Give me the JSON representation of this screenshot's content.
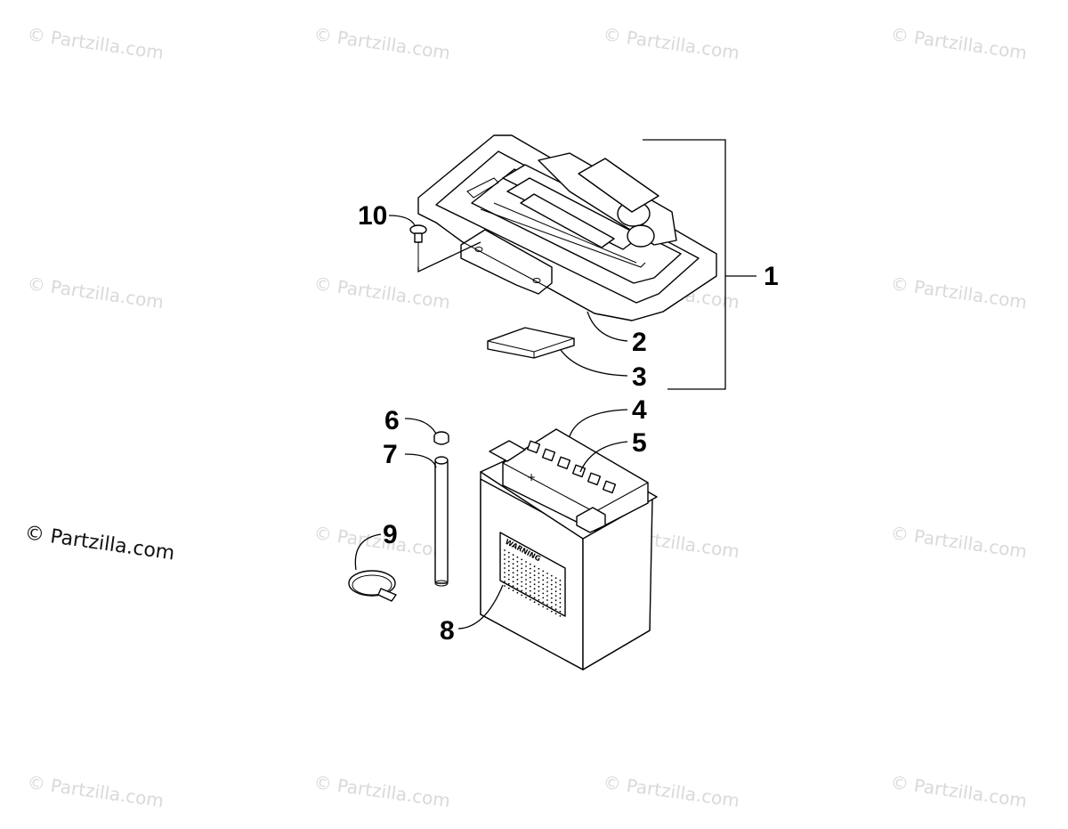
{
  "watermark": {
    "text": "© Partzilla.com",
    "positions": [
      [
        30,
        45,
        -8,
        "wm"
      ],
      [
        352,
        45,
        -8,
        "wm"
      ],
      [
        677,
        45,
        -8,
        "wm"
      ],
      [
        1000,
        45,
        -8,
        "wm"
      ],
      [
        30,
        325,
        -8,
        "wm"
      ],
      [
        352,
        325,
        -8,
        "wm"
      ],
      [
        677,
        325,
        -8,
        "wm"
      ],
      [
        1000,
        325,
        -8,
        "wm"
      ],
      [
        27,
        605,
        -8,
        "wm-strong"
      ],
      [
        352,
        605,
        -8,
        "wm"
      ],
      [
        677,
        605,
        -8,
        "wm"
      ],
      [
        1000,
        605,
        -8,
        "wm"
      ],
      [
        30,
        885,
        -8,
        "wm"
      ],
      [
        352,
        885,
        -8,
        "wm"
      ],
      [
        677,
        885,
        -8,
        "wm"
      ],
      [
        1000,
        885,
        -8,
        "wm"
      ]
    ]
  },
  "callouts": [
    {
      "id": "1",
      "text": "1"
    },
    {
      "id": "2",
      "text": "2"
    },
    {
      "id": "3",
      "text": "3"
    },
    {
      "id": "4",
      "text": "4"
    },
    {
      "id": "5",
      "text": "5"
    },
    {
      "id": "6",
      "text": "6"
    },
    {
      "id": "7",
      "text": "7"
    },
    {
      "id": "8",
      "text": "8"
    },
    {
      "id": "9",
      "text": "9"
    },
    {
      "id": "10",
      "text": "10"
    }
  ],
  "battery_label": "WARNING",
  "terminal_sign": "+"
}
